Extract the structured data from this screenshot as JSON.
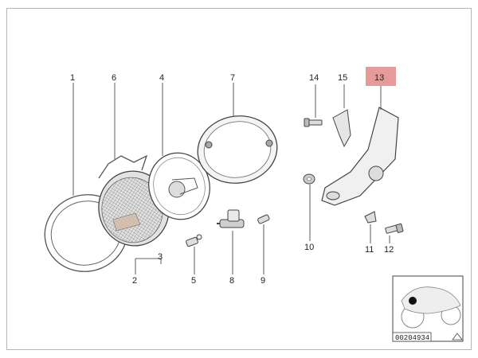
{
  "diagram": {
    "callouts": [
      {
        "id": "1",
        "label": "1"
      },
      {
        "id": "2",
        "label": "2"
      },
      {
        "id": "3",
        "label": "3"
      },
      {
        "id": "4",
        "label": "4"
      },
      {
        "id": "5",
        "label": "5"
      },
      {
        "id": "6",
        "label": "6"
      },
      {
        "id": "7",
        "label": "7"
      },
      {
        "id": "8",
        "label": "8"
      },
      {
        "id": "9",
        "label": "9"
      },
      {
        "id": "10",
        "label": "10"
      },
      {
        "id": "11",
        "label": "11"
      },
      {
        "id": "12",
        "label": "12"
      },
      {
        "id": "13",
        "label": "13"
      },
      {
        "id": "14",
        "label": "14"
      },
      {
        "id": "15",
        "label": "15"
      }
    ],
    "highlighted_callout": "13",
    "highlight_color": "#e79a9a",
    "reference_number": "00204934"
  }
}
